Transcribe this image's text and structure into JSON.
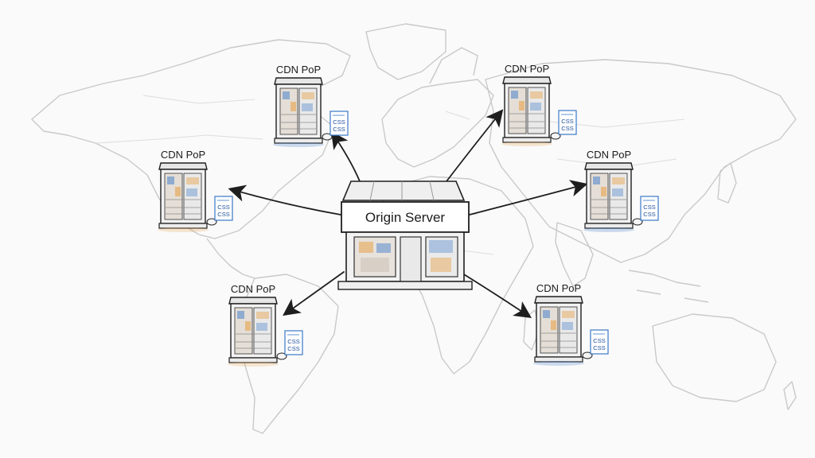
{
  "diagram": {
    "origin": {
      "label": "Origin Server"
    },
    "pops": [
      {
        "id": "north-america-west",
        "label": "CDN PoP",
        "badge": [
          "CSS",
          "CSS"
        ]
      },
      {
        "id": "north-america-north",
        "label": "CDN PoP",
        "badge": [
          "CSS",
          "CSS"
        ]
      },
      {
        "id": "europe",
        "label": "CDN PoP",
        "badge": [
          "CSS",
          "CSS"
        ]
      },
      {
        "id": "asia",
        "label": "CDN PoP",
        "badge": [
          "CSS",
          "CSS"
        ]
      },
      {
        "id": "south-america",
        "label": "CDN PoP",
        "badge": [
          "CSS",
          "CSS"
        ]
      },
      {
        "id": "africa",
        "label": "CDN PoP",
        "badge": [
          "CSS",
          "CSS"
        ]
      }
    ]
  },
  "colors": {
    "map_outline": "#c9c9c9",
    "ink": "#1e1e1e",
    "kiosk_fill": "#f2f2f2",
    "accent_orange": "#e8a24a",
    "accent_blue": "#3a78c8"
  }
}
